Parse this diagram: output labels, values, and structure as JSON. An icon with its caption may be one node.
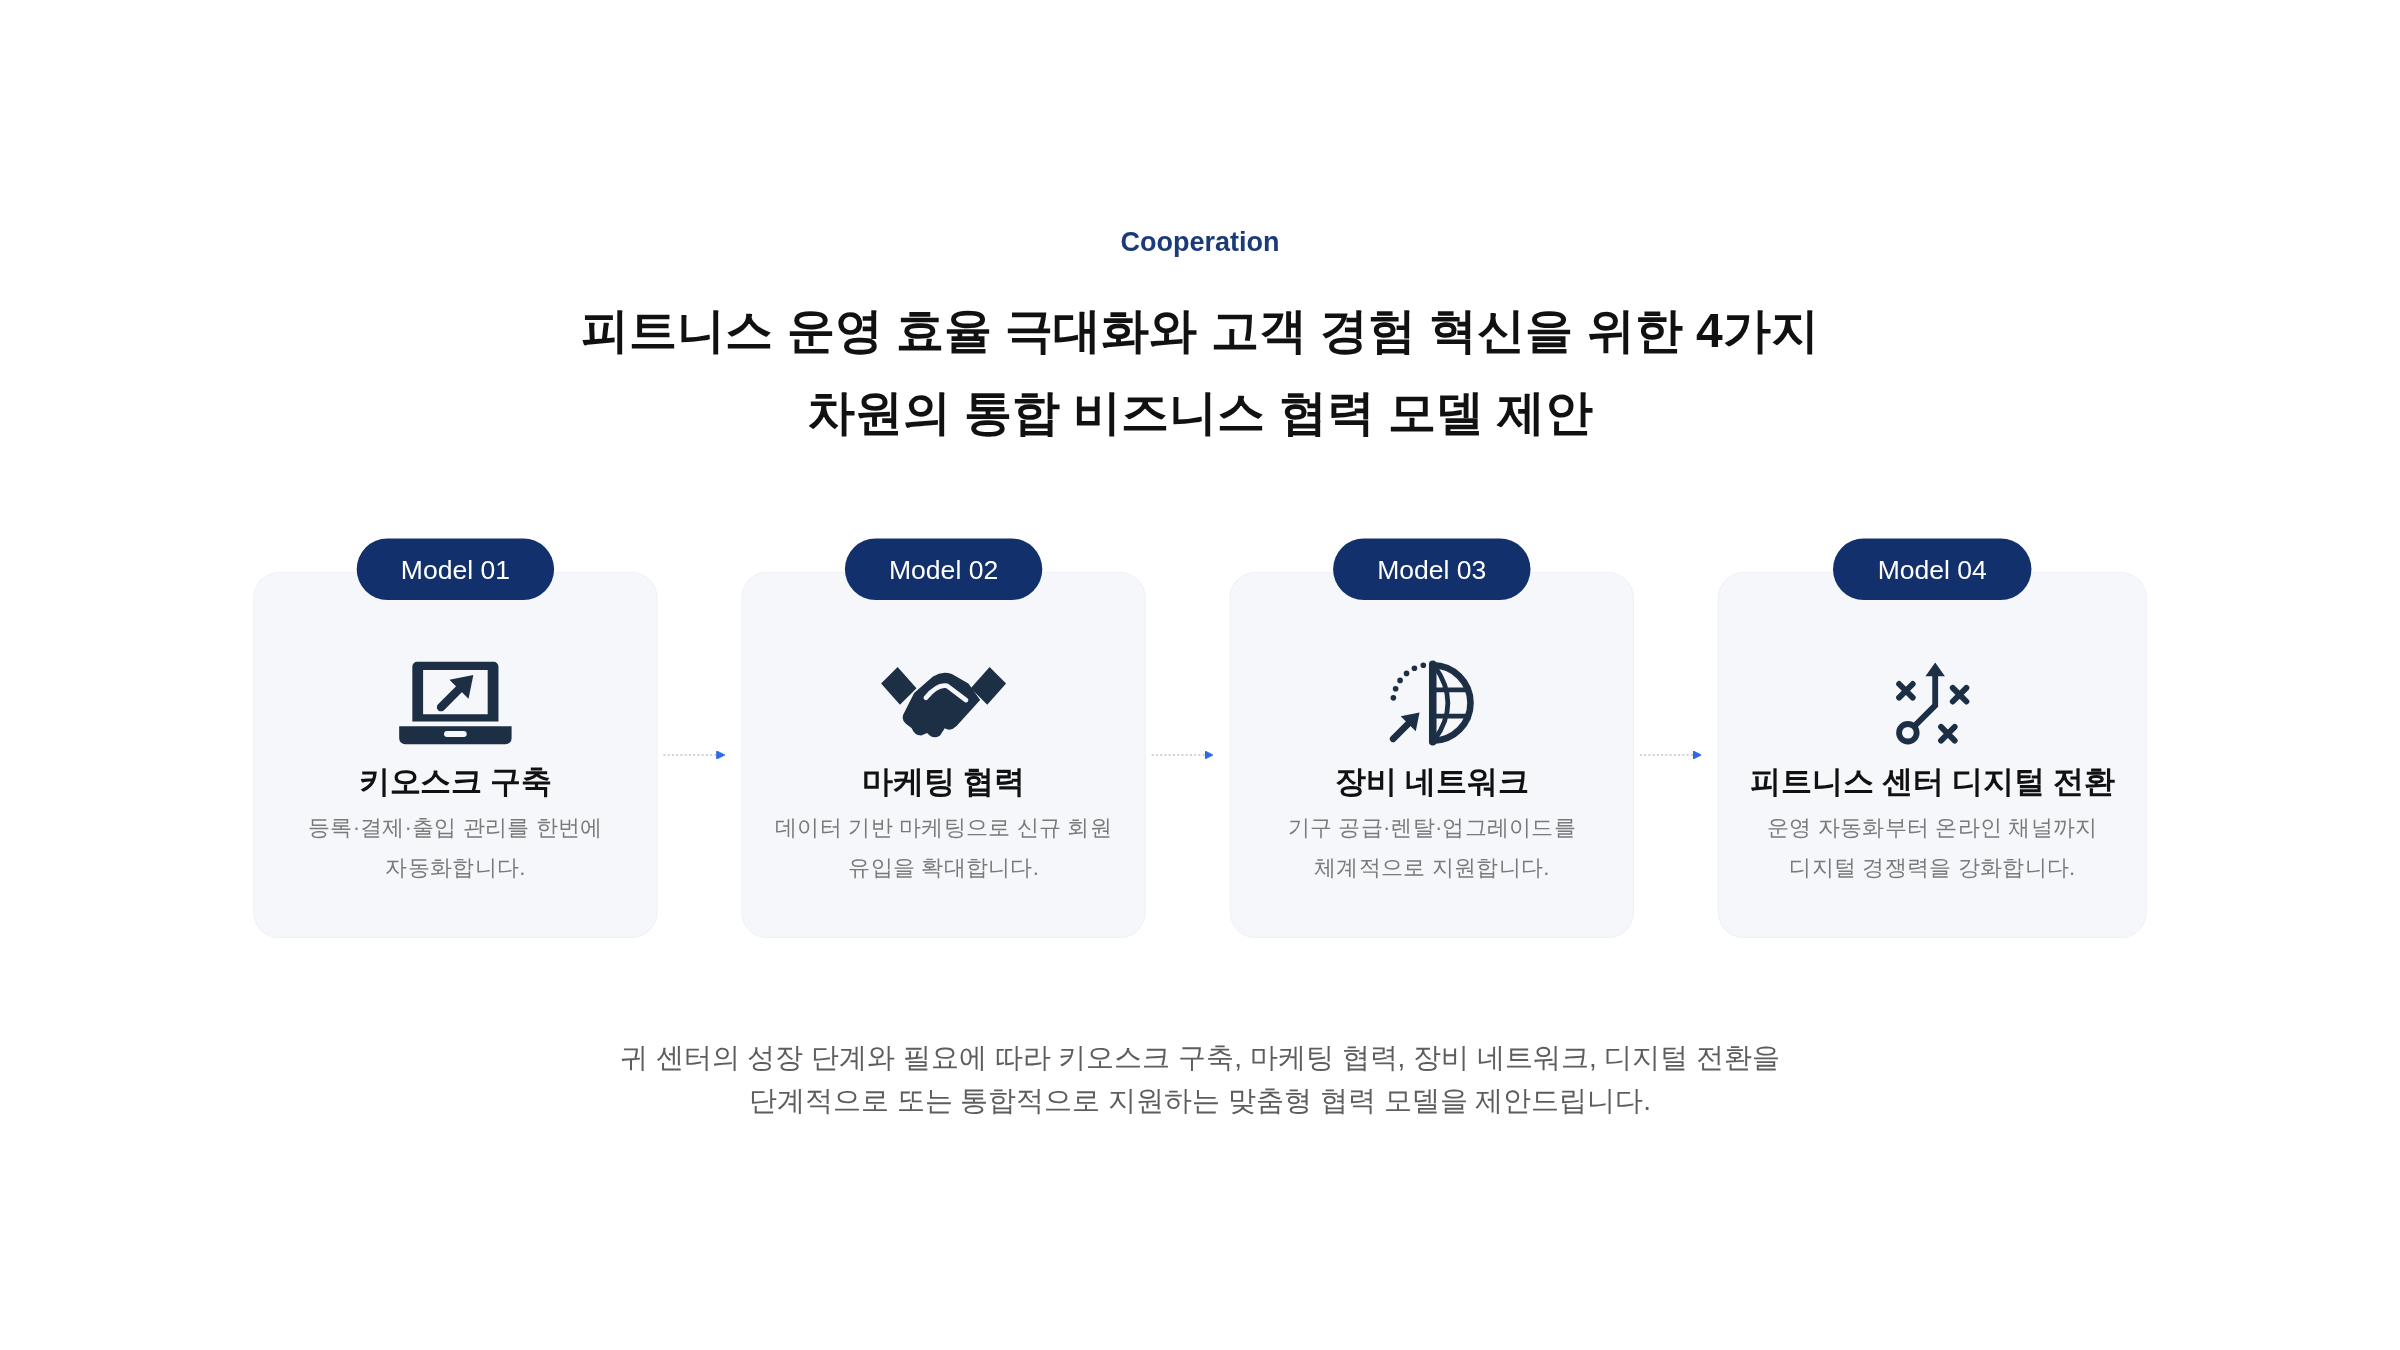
{
  "diagram": {
    "title": "피트니스 운영 효율 극대화와 고객 경험 혁신을 위한 4가지 차원의 통합 비즈니스 협력 모델 제안",
    "caption": "귀 센터의 성장 단계와 필요에 따라 키오스크 구축, 마케팅 협력, 장비 네트워크, 디지털 전환을 단계적으로 또는 통합적으로 지원하는 맞춤형 협력 모델을 제안드립니다.",
    "nodes": [
      {
        "text": [
          "Model 01",
          "키오스크 구축",
          "등록·결제·출입 관리를 한번에 자동화합니다."
        ]
      },
      {
        "text": [
          "Model 02",
          "마케팅 협력",
          "데이터 기반 마케팅으로 신규 회원 유입을 확대합니다."
        ]
      },
      {
        "text": [
          "Model 03",
          "장비 네트워크",
          "기구 공급·렌탈·업그레이드를 체계적으로 지원합니다."
        ]
      },
      {
        "text": [
          "Model 04",
          "피트니스 센터 디지털 전환",
          "운영 자동화부터 온라인 채널까지 디지털 경쟁력을 강화합니다."
        ]
      }
    ],
    "edges": [
      {
        "from": 0,
        "to": 1,
        "arrow": "to",
        "style": "dashed"
      },
      {
        "from": 1,
        "to": 2,
        "arrow": "to",
        "style": "dashed"
      },
      {
        "from": 2,
        "to": 3,
        "arrow": "to",
        "style": "dashed"
      }
    ],
    "labels": [
      "Cooperation"
    ]
  }
}
